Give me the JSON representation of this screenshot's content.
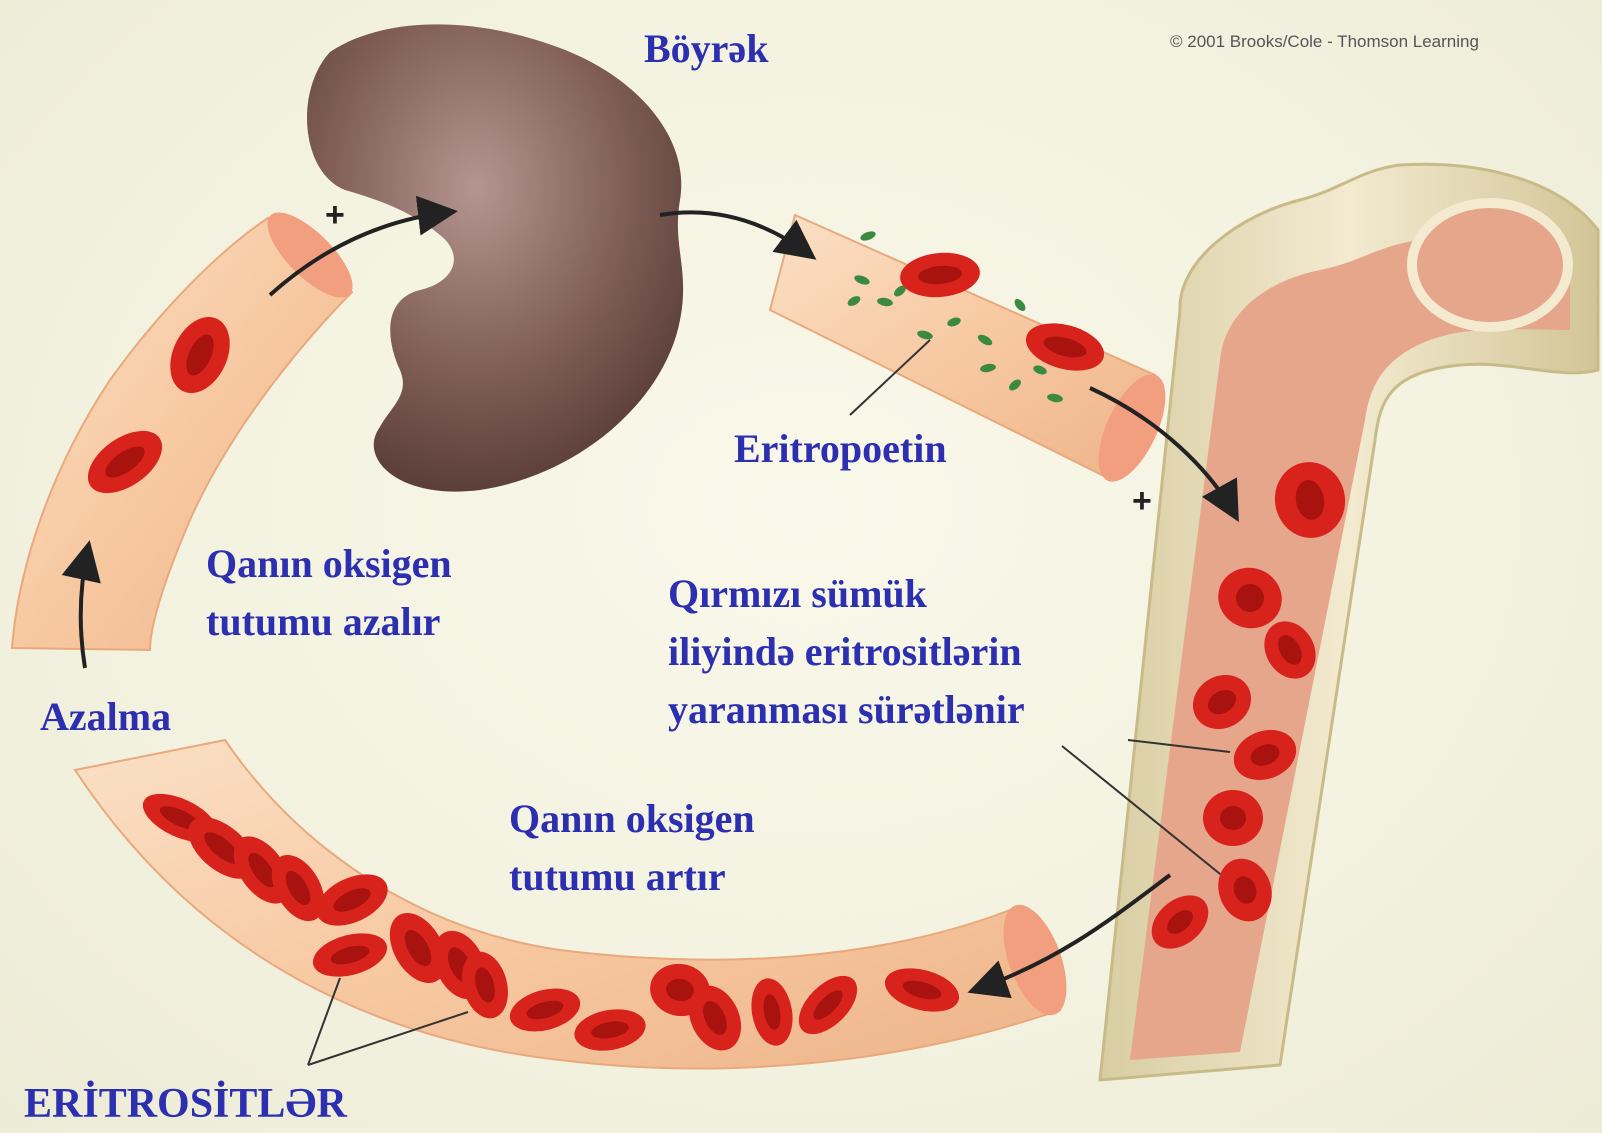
{
  "labels": {
    "kidney": "Böyrək",
    "epo": "Eritropoetin",
    "o2_decrease": [
      "Qanın oksigen",
      "tutumu azalır"
    ],
    "marrow": [
      "Qırmızı sümük",
      "iliyində eritrositlərin",
      "yaranması sürətlənir"
    ],
    "o2_increase": [
      "Qanın oksigen",
      "tutumu artır"
    ],
    "decrease": "Azalma",
    "rbc": "ERİTROSİTLƏR",
    "plus": "+"
  },
  "credit": "© 2001 Brooks/Cole - Thomson Learning",
  "colors": {
    "label_blue": "#2b2fb0",
    "vessel": "#f7c9a2",
    "kidney": "#7d5a52",
    "bone": "#ede2b8",
    "marrow": "#e2a088",
    "rbc": "#d8221c",
    "epo_dot": "#3c8a42",
    "arrow": "#222222"
  }
}
